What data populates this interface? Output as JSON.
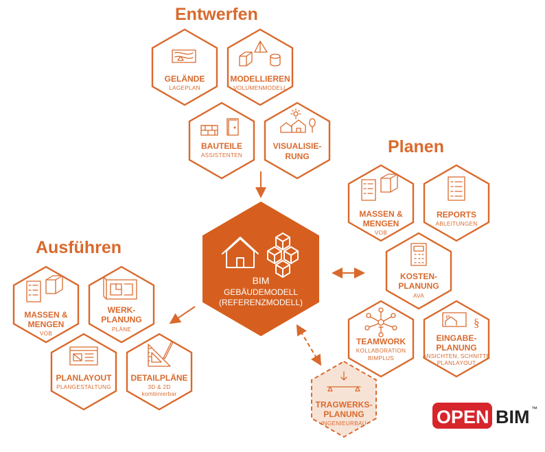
{
  "sections": {
    "entwerfen": "Entwerfen",
    "planen": "Planen",
    "ausfuehren": "Ausführen"
  },
  "center": {
    "title": "BIM",
    "line1": "GEBÄUDEMODELL",
    "line2": "(REFERENZMODELL)"
  },
  "hexes": {
    "gelaende": {
      "title": "GELÄNDE",
      "sub": "LAGEPLAN",
      "icon": "site-plan-icon"
    },
    "modellieren": {
      "title": "MODELLIEREN",
      "sub": "VOLUMENMODELL",
      "icon": "volume-shapes-icon"
    },
    "bauteile": {
      "title": "BAUTEILE",
      "sub": "ASSISTENTEN",
      "icon": "wall-door-icon"
    },
    "visualisierung": {
      "title1": "VISUALISIE-",
      "title2": "RUNG",
      "icon": "houses-sun-icon"
    },
    "massen_planen": {
      "title1": "MASSEN &",
      "title2": "MENGEN",
      "sub": "VOB",
      "icon": "list-cube-icon"
    },
    "reports": {
      "title": "REPORTS",
      "sub": "ABLEITUNGEN",
      "icon": "report-list-icon"
    },
    "kosten": {
      "title1": "KOSTEN-",
      "title2": "PLANUNG",
      "sub": "AVA",
      "icon": "calculator-icon"
    },
    "teamwork": {
      "title": "TEAMWORK",
      "sub1": "KOLLABORATION",
      "sub2": "BIMPLUS",
      "icon": "network-people-icon"
    },
    "eingabe": {
      "title1": "EINGABE-",
      "title2": "PLANUNG",
      "sub1": "ANSICHTEN, SCHNITTE",
      "sub2": "PLANLAYOUT",
      "icon": "house-paragraph-icon"
    },
    "tragwerk": {
      "title1": "TRAGWERKS-",
      "title2": "PLANUNG",
      "sub": "INGENIEURBAU",
      "icon": "beam-load-icon"
    },
    "massen_ausf": {
      "title1": "MASSEN &",
      "title2": "MENGEN",
      "sub": "VOB",
      "icon": "list-cube-icon"
    },
    "werkplanung": {
      "title1": "WERK-",
      "title2": "PLANUNG",
      "sub": "PLÄNE",
      "icon": "blueprint-icon"
    },
    "planlayout": {
      "title": "PLANLAYOUT",
      "sub": "PLANGESTALTUNG",
      "icon": "browser-layout-icon"
    },
    "detailplaene": {
      "title": "DETAILPLÄNE",
      "sub1": "3D & 2D",
      "sub2": "kombinierbar",
      "icon": "set-square-icon"
    }
  },
  "logo": {
    "open": "OPEN",
    "bim": "BIM",
    "tm": "™",
    "accent": "#d7252c"
  },
  "colors": {
    "accent": "#d9692c",
    "bim_fill": "#d65f1f",
    "dashed_fill": "#f7e3d6"
  }
}
